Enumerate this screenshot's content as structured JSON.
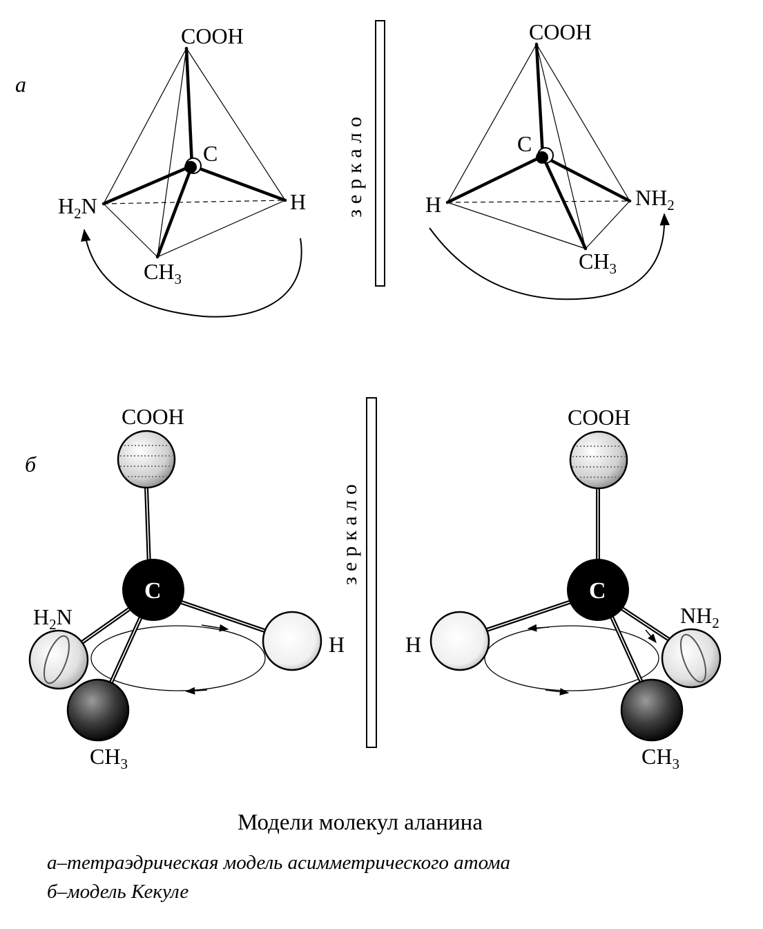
{
  "labels": {
    "panel_a": "а",
    "panel_b": "б",
    "mirror": "зеркало",
    "cooh": "COOH",
    "c": "C",
    "h": "H",
    "h2n_h": "H",
    "h2n_sub": "2",
    "h2n_n": "N",
    "nh2_nh": "NH",
    "nh2_sub": "2",
    "ch3_ch": "CH",
    "ch3_sub": "3"
  },
  "caption": {
    "title": "Модели молекул аланина",
    "line_a": "а–тетраэдрическая модель асимметрического атома",
    "line_b": "б–модель Кекуле"
  },
  "colors": {
    "ink": "#000000",
    "paper": "#ffffff",
    "cooh_ball": "#d8d8d8",
    "nh2_ball": "#e6e6e6",
    "h_ball": "#f2f2f2",
    "ch3_ball": "#3a3a3a"
  }
}
